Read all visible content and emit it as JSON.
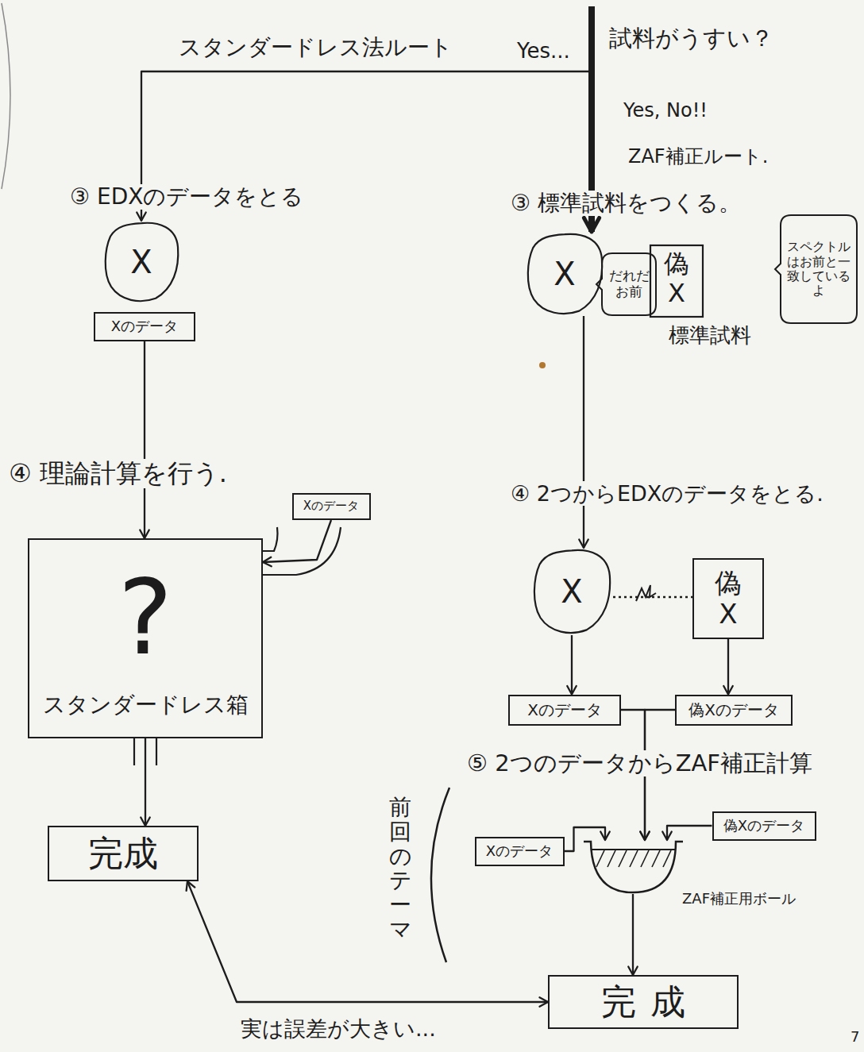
{
  "diagram": {
    "nodes": [
      {
        "text": [
          "試料がうすい？"
        ]
      },
      {
        "text": [
          "X"
        ]
      },
      {
        "text": [
          "Xのデータ"
        ]
      },
      {
        "text": [
          "?",
          "スタンダードレス箱"
        ]
      },
      {
        "text": [
          "Xのデータ"
        ]
      },
      {
        "text": [
          "完成"
        ]
      },
      {
        "text": [
          "X"
        ]
      },
      {
        "text": [
          "だれだお前"
        ]
      },
      {
        "text": [
          "偽 X",
          "標準試料"
        ]
      },
      {
        "text": [
          "スペクトルはお前と一致しているよ"
        ]
      },
      {
        "text": [
          "X"
        ]
      },
      {
        "text": [
          "偽 X"
        ]
      },
      {
        "text": [
          "Xのデータ"
        ]
      },
      {
        "text": [
          "偽Xのデータ"
        ]
      },
      {
        "text": [
          "ZAF補正用ボール"
        ]
      },
      {
        "text": [
          "Xのデータ"
        ]
      },
      {
        "text": [
          "偽Xのデータ"
        ]
      },
      {
        "text": [
          "完成"
        ]
      }
    ],
    "edges": [
      {
        "from": 0,
        "to": 1,
        "label": "スタンダードレス法ルート",
        "arrow": "to"
      },
      {
        "from": 0,
        "to": 6,
        "label": "ZAF補正ルート.",
        "arrow": "to"
      },
      {
        "from": 2,
        "to": 3,
        "arrow": "to"
      },
      {
        "from": 4,
        "to": 3,
        "arrow": "to"
      },
      {
        "from": 3,
        "to": 5,
        "arrow": "to"
      },
      {
        "from": 6,
        "to": 10,
        "arrow": "to"
      },
      {
        "from": 10,
        "to": 11,
        "arrow": "none"
      },
      {
        "from": 10,
        "to": 12,
        "arrow": "to"
      },
      {
        "from": 11,
        "to": 13,
        "arrow": "to"
      },
      {
        "from": 12,
        "to": 14,
        "arrow": "to"
      },
      {
        "from": 13,
        "to": 14,
        "arrow": "to"
      },
      {
        "from": 15,
        "to": 14,
        "arrow": "to"
      },
      {
        "from": 16,
        "to": 14,
        "arrow": "to"
      },
      {
        "from": 14,
        "to": 17,
        "arrow": "to"
      },
      {
        "from": 5,
        "to": 17,
        "label": "実は誤差が大きい...",
        "arrow": "both"
      }
    ],
    "labels": [
      "Yes...",
      "Yes, No!!",
      "③ EDXのデータをとる",
      "③ 標準試料をつくる。",
      "④ 理論計算を行う.",
      "④ 2つからEDXのデータをとる.",
      "前回のテーマ",
      "⑤ 2つのデータからZAF補正計算",
      "7"
    ]
  }
}
